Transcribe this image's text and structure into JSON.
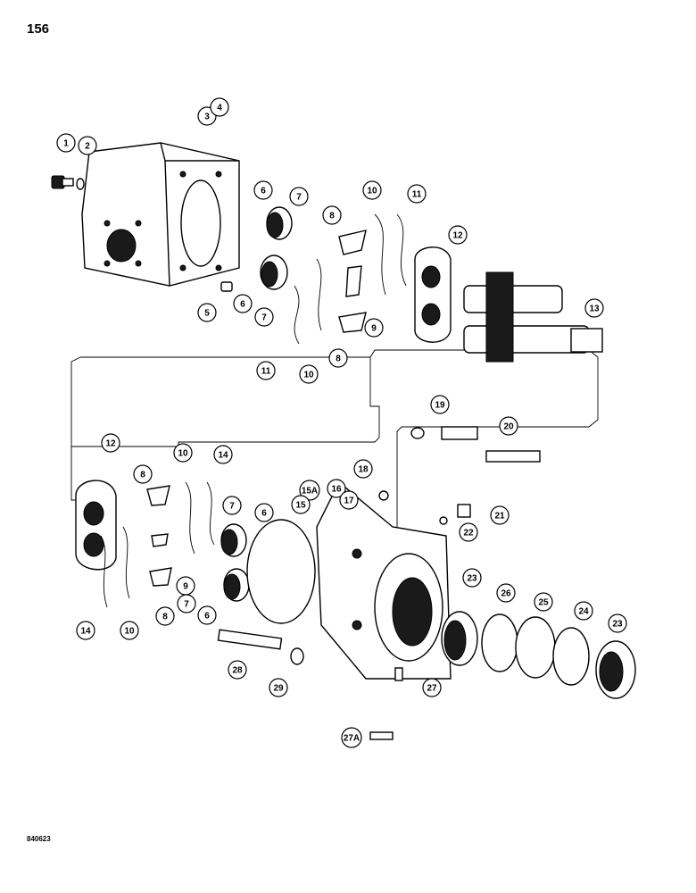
{
  "page": {
    "number": "156",
    "doc_code": "840623"
  },
  "callouts": [
    {
      "id": "c1",
      "label": "1"
    },
    {
      "id": "c2",
      "label": "2"
    },
    {
      "id": "c3",
      "label": "3"
    },
    {
      "id": "c4",
      "label": "4"
    },
    {
      "id": "c5",
      "label": "5"
    },
    {
      "id": "c6a",
      "label": "6"
    },
    {
      "id": "c7a",
      "label": "7"
    },
    {
      "id": "c6b",
      "label": "6"
    },
    {
      "id": "c7b",
      "label": "7"
    },
    {
      "id": "c8a",
      "label": "8"
    },
    {
      "id": "c10a",
      "label": "10"
    },
    {
      "id": "c11a",
      "label": "11"
    },
    {
      "id": "c12a",
      "label": "12"
    },
    {
      "id": "c13",
      "label": "13"
    },
    {
      "id": "c9a",
      "label": "9"
    },
    {
      "id": "c11b",
      "label": "11"
    },
    {
      "id": "c10b",
      "label": "10"
    },
    {
      "id": "c8b",
      "label": "8"
    },
    {
      "id": "c19",
      "label": "19"
    },
    {
      "id": "c20",
      "label": "20"
    },
    {
      "id": "c12b",
      "label": "12"
    },
    {
      "id": "c8c",
      "label": "8"
    },
    {
      "id": "c10c",
      "label": "10"
    },
    {
      "id": "c14a",
      "label": "14"
    },
    {
      "id": "c18",
      "label": "18"
    },
    {
      "id": "c15a",
      "label": "15A"
    },
    {
      "id": "c16",
      "label": "16"
    },
    {
      "id": "c17",
      "label": "17"
    },
    {
      "id": "c15",
      "label": "15"
    },
    {
      "id": "c7c",
      "label": "7"
    },
    {
      "id": "c6c",
      "label": "6"
    },
    {
      "id": "c21",
      "label": "21"
    },
    {
      "id": "c22",
      "label": "22"
    },
    {
      "id": "c9b",
      "label": "9"
    },
    {
      "id": "c7d",
      "label": "7"
    },
    {
      "id": "c6d",
      "label": "6"
    },
    {
      "id": "c8d",
      "label": "8"
    },
    {
      "id": "c14b",
      "label": "14"
    },
    {
      "id": "c10d",
      "label": "10"
    },
    {
      "id": "c23a",
      "label": "23"
    },
    {
      "id": "c26",
      "label": "26"
    },
    {
      "id": "c25",
      "label": "25"
    },
    {
      "id": "c24",
      "label": "24"
    },
    {
      "id": "c23b",
      "label": "23"
    },
    {
      "id": "c28",
      "label": "28"
    },
    {
      "id": "c29",
      "label": "29"
    },
    {
      "id": "c27",
      "label": "27"
    },
    {
      "id": "c27a",
      "label": "27A"
    }
  ]
}
